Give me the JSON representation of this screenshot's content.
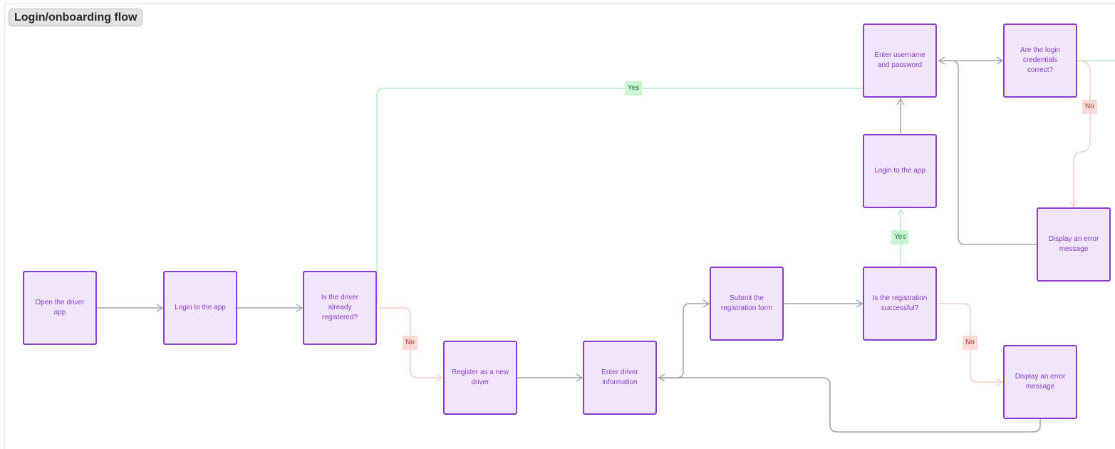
{
  "frame": {
    "title": "Login/onboarding flow"
  },
  "nodes": {
    "open_app": "Open the driver app",
    "login_1": "Login to the app",
    "already_registered": "Is the driver already registered?",
    "register_new": "Register as a new driver",
    "enter_info": "Enter driver information",
    "submit_form": "Submit the registration form",
    "reg_successful": "Is the registration successful?",
    "error_reg": "Display an error message",
    "login_2": "Login to the app",
    "enter_credentials": "Enter username and password",
    "credentials_correct": "Are the login credentials correct?",
    "error_login": "Display an error message"
  },
  "edge_labels": {
    "already_yes": "Yes",
    "already_no": "No",
    "reg_yes": "Yes",
    "reg_no": "No",
    "cred_no": "No"
  },
  "colors": {
    "node_fill": "#f1e5fc",
    "node_border": "#8a3fd1",
    "neutral_edge": "#a6a6a6",
    "yes_edge": "#b8eec5",
    "no_edge": "#f7cfcc"
  }
}
